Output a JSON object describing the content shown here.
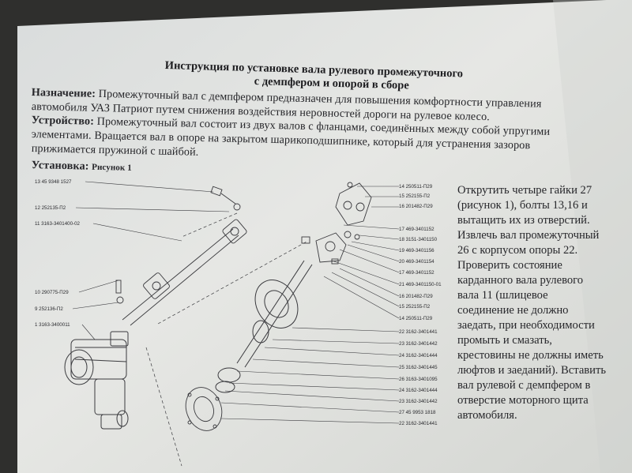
{
  "document": {
    "title_line1": "Инструкция по установке вала рулевого промежуточного",
    "title_line2": "с демпфером и опорой в сборе",
    "purpose": {
      "heading": "Назначение:",
      "line1": "Промежуточный вал с демпфером предназначен для повышения комфортности управления",
      "line2": "автомобиля УАЗ Патриот путем снижения воздействия неровностей дороги на рулевое колесо."
    },
    "device": {
      "heading": "Устройство:",
      "line1": "Промежуточный вал состоит из двух валов с фланцами, соединённых между собой упругими",
      "line2": "элементами. Вращается вал в опоре на закрытом шарикоподшипнике, который для устранения зазоров",
      "line3": "прижимается пружиной с шайбой."
    },
    "install": {
      "heading": "Установка:",
      "figure": "Рисунок 1"
    },
    "instructions": [
      "Открутить четыре гайки 27",
      "(рисунок 1), болты 13,16 и",
      "вытащить их из отверстий.",
      "Извлечь вал промежуточный",
      "26 с корпусом опоры 22.",
      "Проверить          состояние",
      "карданного вала рулевого",
      "вала      11       (шлицевое",
      "соединение    не    должно",
      "заедать, при необходимости",
      "промыть       и       смазать,",
      "крестовины не должны иметь",
      "люфтов и заеданий). Вставить",
      "вал рулевой с демпфером в",
      "отверстие моторного щита",
      "автомобиля."
    ]
  },
  "callouts_left": [
    "13   45 9348 1527",
    "12   252135-П2",
    "11   3163-3401400-02",
    "10   290775-П29",
    "9   252136-П2",
    "1   3163-3400011"
  ],
  "callouts_right": [
    "14   250511-П29",
    "15   252155-П2",
    "16   201482-П29",
    "17   469-3401152",
    "18   3151-3401150",
    "19   469-3401156",
    "20   469-3401154",
    "17   469-3401152",
    "21   469-3401150-01",
    "16   201482-П29",
    "15   252155-П2",
    "14   250511-П29",
    "22   3162-3401441",
    "23   3162-3401442",
    "24   3162-3401444",
    "25   3162-3401445",
    "26   3163-3401095",
    "24   3162-3401444",
    "23   3162-3401442",
    "27   45 9953 1818",
    "22   3162-3401441"
  ]
}
